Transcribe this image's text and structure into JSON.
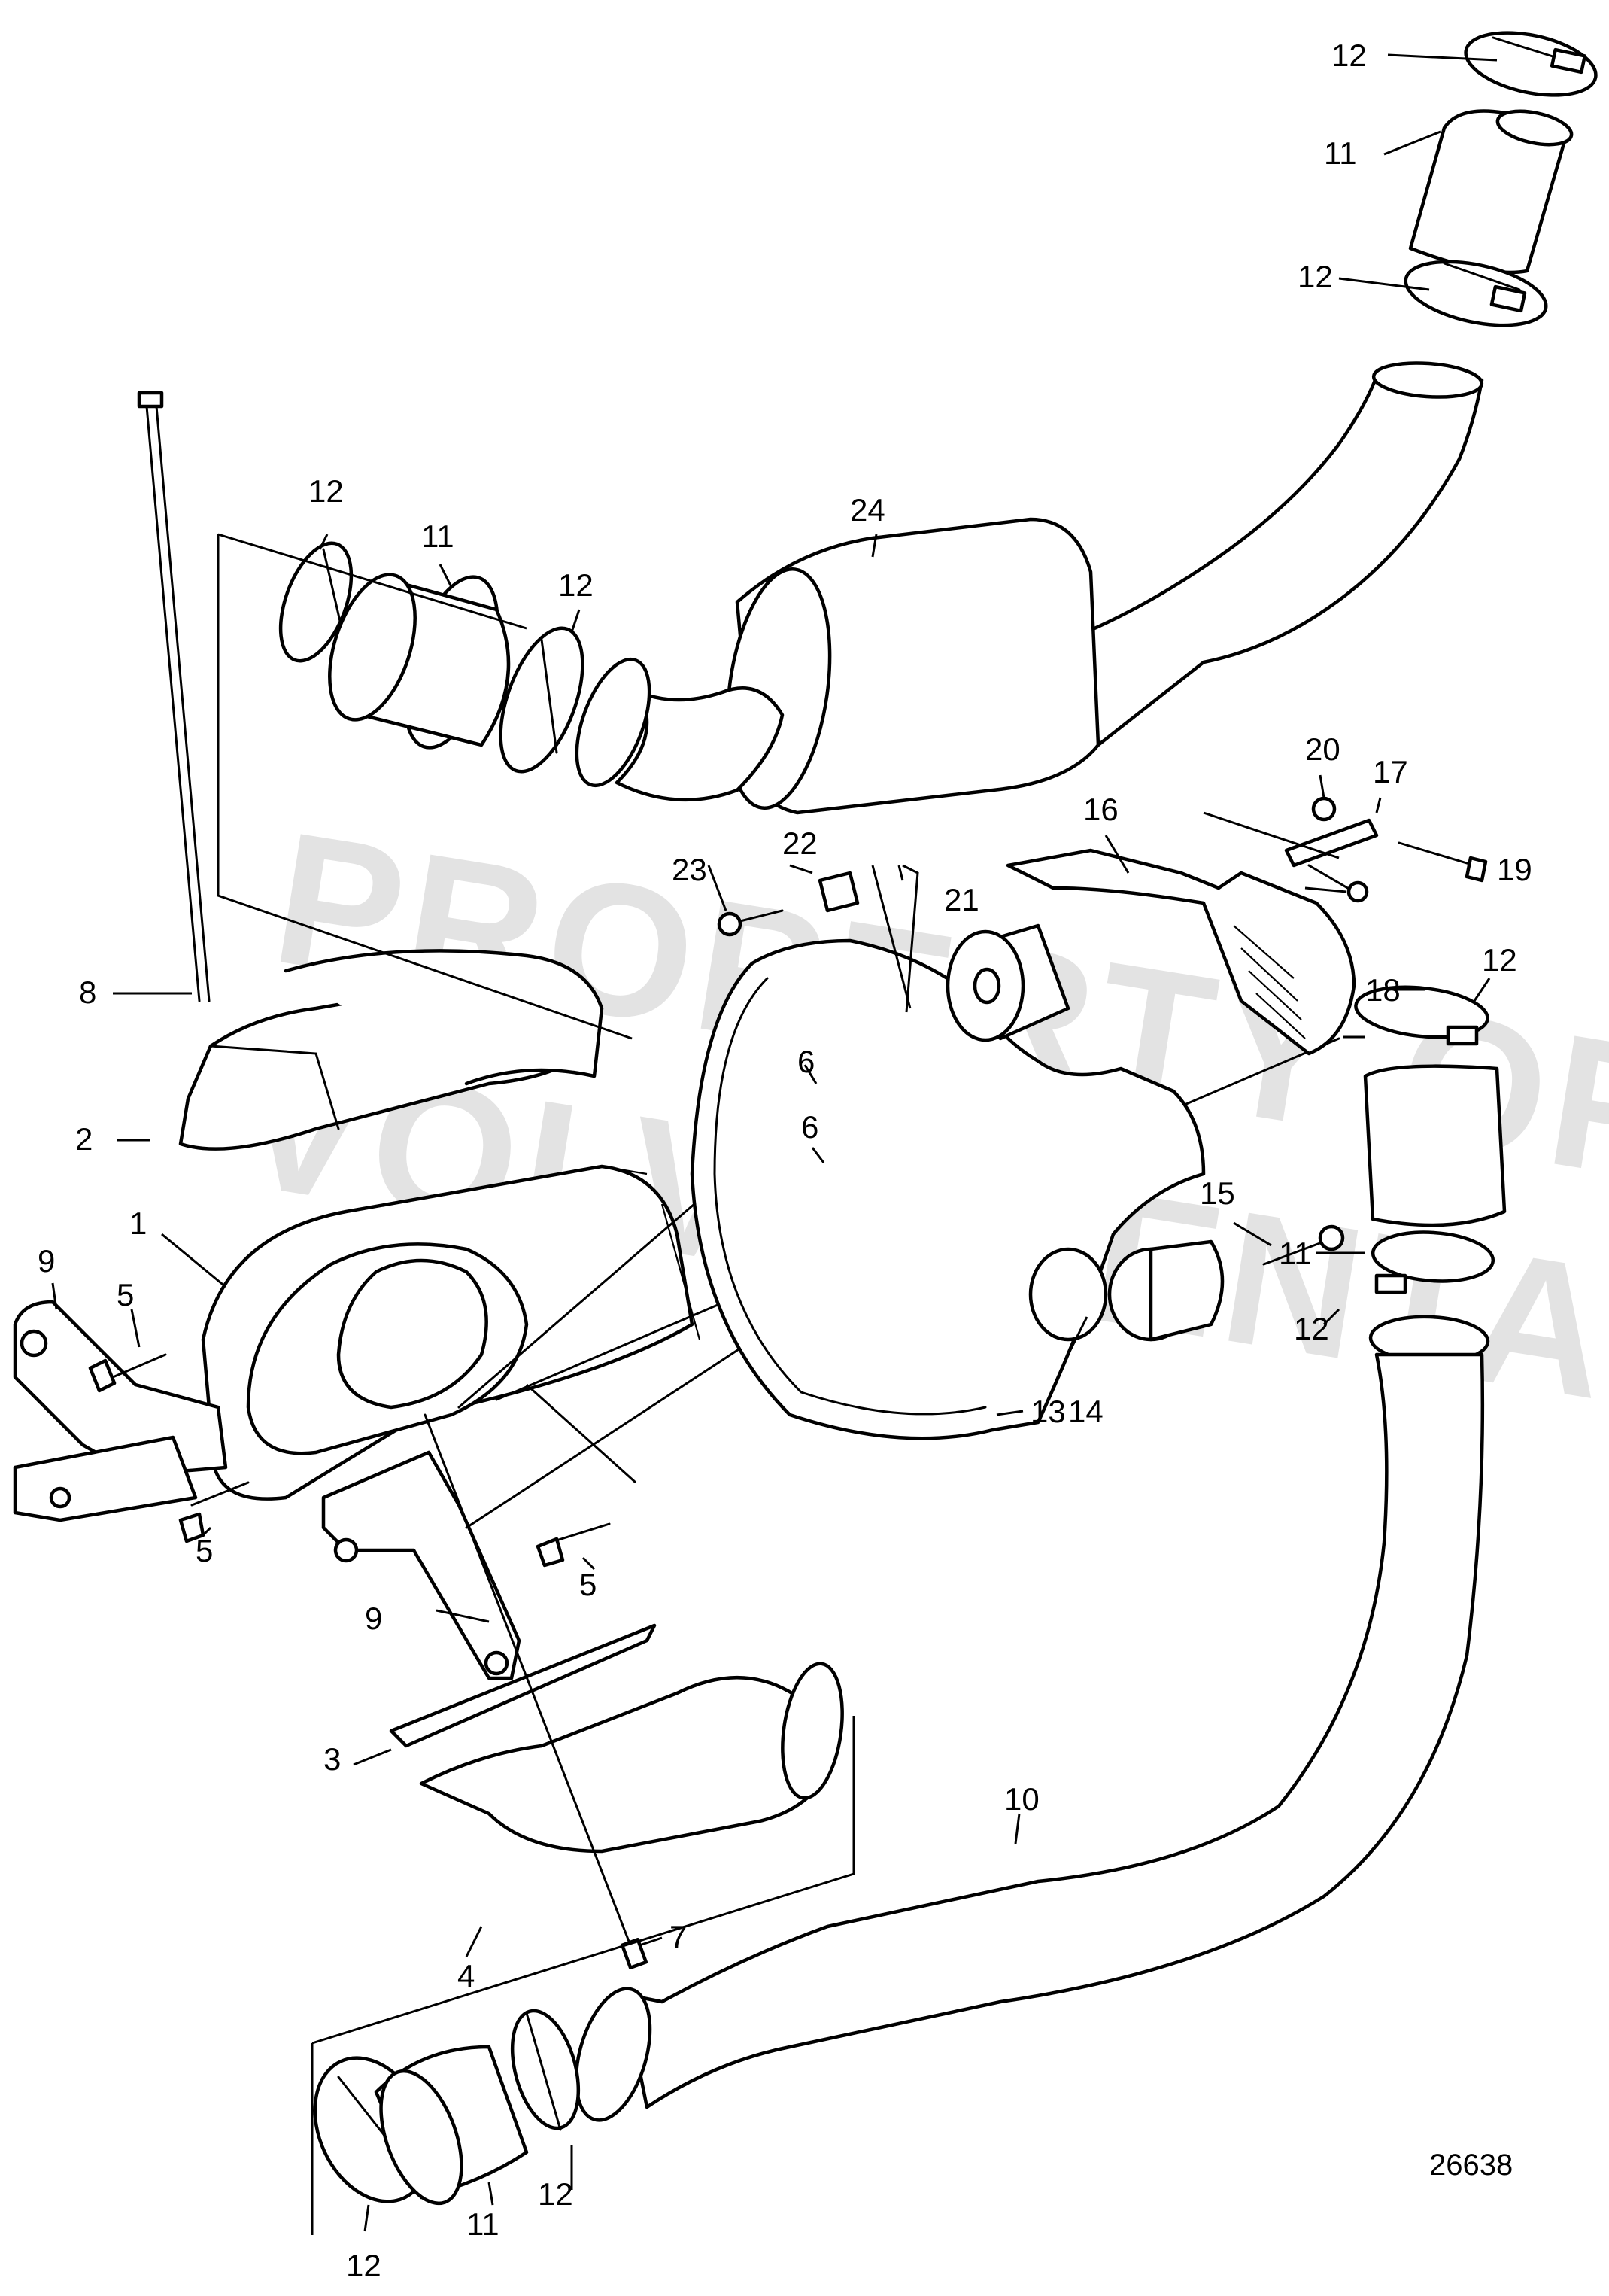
{
  "watermark": {
    "line1": "PROPERTY OF",
    "line2": "VOLVO PENTA"
  },
  "reference_number": "26638",
  "callouts": {
    "c1": "1",
    "c2": "2",
    "c3": "3",
    "c4": "4",
    "c5a": "5",
    "c5b": "5",
    "c5c": "5",
    "c6a": "6",
    "c6b": "6",
    "c7": "7",
    "c8": "8",
    "c9a": "9",
    "c9b": "9",
    "c10": "10",
    "c11a": "11",
    "c11b": "11",
    "c11c": "11",
    "c11d": "11",
    "c12a": "12",
    "c12b": "12",
    "c12c": "12",
    "c12d": "12",
    "c12e": "12",
    "c12f": "12",
    "c12g": "12",
    "c12h": "12",
    "c13": "13",
    "c14": "14",
    "c15": "15",
    "c16": "16",
    "c17": "17",
    "c18": "18",
    "c19": "19",
    "c20": "20",
    "c21": "21",
    "c22": "22",
    "c23": "23",
    "c24": "24"
  }
}
